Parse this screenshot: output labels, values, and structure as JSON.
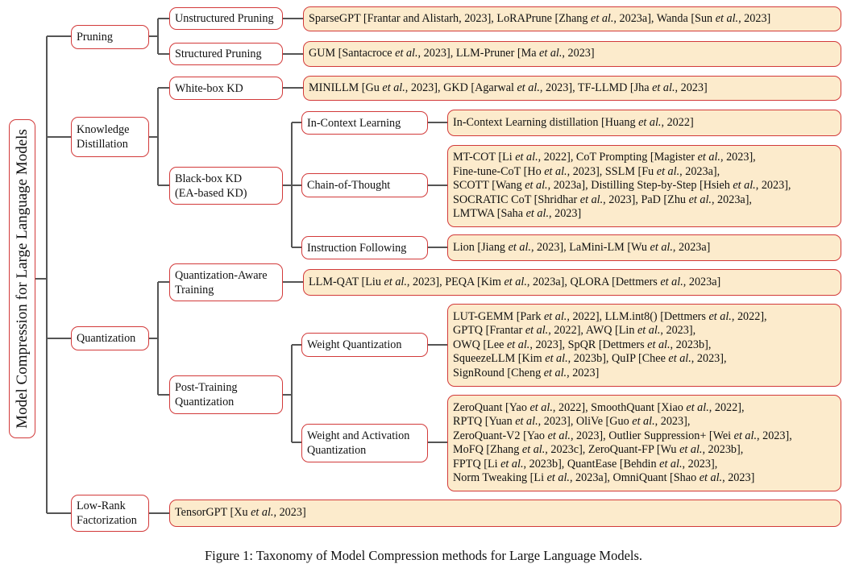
{
  "root": "Model Compression for Large Language Models",
  "categories": {
    "pruning": "Pruning",
    "kd": [
      "Knowledge",
      "Distillation"
    ],
    "quantization": "Quantization",
    "lowrank": [
      "Low-Rank",
      "Factorization"
    ]
  },
  "subcategories": {
    "unstructured": "Unstructured Pruning",
    "structured": "Structured Pruning",
    "whitebox": "White-box KD",
    "blackbox": [
      "Black-box KD",
      "(EA-based KD)"
    ],
    "qat": [
      "Quantization-Aware",
      "Training"
    ],
    "ptq": [
      "Post-Training",
      "Quantization"
    ],
    "icl": "In-Context Learning",
    "cot": "Chain-of-Thought",
    "instr": "Instruction Following",
    "wq": "Weight Quantization",
    "waq": [
      "Weight and Activation",
      "Quantization"
    ]
  },
  "leaves": {
    "unstructured": [
      "SparseGPT [Frantar and Alistarh, 2023], LoRAPrune [Zhang *et al.*, 2023a], Wanda [Sun *et al.*, 2023]"
    ],
    "structured": [
      "GUM [Santacroce *et al.*, 2023], LLM-Pruner [Ma *et al.*, 2023]"
    ],
    "whitebox": [
      "MINILLM [Gu *et al.*, 2023], GKD [Agarwal *et al.*, 2023], TF-LLMD [Jha *et al.*, 2023]"
    ],
    "icl": [
      "In-Context Learning distillation [Huang *et al.*, 2022]"
    ],
    "cot": [
      "MT-COT [Li *et al.*, 2022], CoT Prompting [Magister *et al.*, 2023],",
      "Fine-tune-CoT [Ho *et al.*, 2023], SSLM [Fu *et al.*, 2023a],",
      "SCOTT [Wang *et al.*, 2023a], Distilling Step-by-Step [Hsieh *et al.*, 2023],",
      "SOCRATIC CoT [Shridhar *et al.*, 2023], PaD [Zhu *et al.*, 2023a],",
      "LMTWA [Saha *et al.*, 2023]"
    ],
    "instr": [
      "Lion [Jiang *et al.*, 2023], LaMini-LM [Wu *et al.*, 2023a]"
    ],
    "qat": [
      "LLM-QAT [Liu *et al.*, 2023], PEQA [Kim *et al.*, 2023a], QLORA [Dettmers *et al.*, 2023a]"
    ],
    "wq": [
      "LUT-GEMM [Park *et al.*, 2022], LLM.int8() [Dettmers *et al.*, 2022],",
      "GPTQ [Frantar *et al.*, 2022], AWQ [Lin *et al.*, 2023],",
      "OWQ [Lee *et al.*, 2023], SpQR [Dettmers *et al.*, 2023b],",
      "SqueezeLLM [Kim *et al.*, 2023b], QuIP [Chee *et al.*, 2023],",
      "SignRound [Cheng *et al.*, 2023]"
    ],
    "waq": [
      "ZeroQuant [Yao *et al.*, 2022], SmoothQuant [Xiao *et al.*, 2022],",
      "RPTQ [Yuan *et al.*, 2023], OliVe [Guo *et al.*, 2023],",
      "ZeroQuant-V2 [Yao *et al.*, 2023], Outlier Suppression+ [Wei *et al.*, 2023],",
      "MoFQ [Zhang *et al.*, 2023c], ZeroQuant-FP [Wu *et al.*, 2023b],",
      "FPTQ [Li *et al.*, 2023b], QuantEase [Behdin *et al.*, 2023],",
      "Norm Tweaking [Li *et al.*, 2023a], OmniQuant [Shao *et al.*, 2023]"
    ],
    "lowrank": [
      "TensorGPT [Xu *et al.*, 2023]"
    ]
  },
  "caption": "Figure 1: Taxonomy of Model Compression methods for Large Language Models.",
  "colors": {
    "border": "#d23a3a",
    "leaf_fill": "#fcebcc",
    "line": "#555555"
  }
}
